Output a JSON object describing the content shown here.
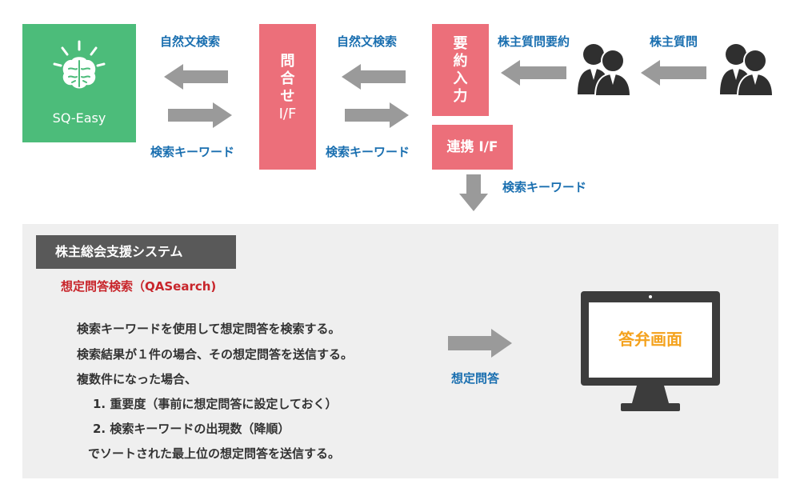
{
  "sq_easy": {
    "label": "SQ-Easy",
    "icon": "brain-icon"
  },
  "flow": {
    "natural_text_search_1": "自然文検索",
    "keyword_label_1": "検索キーワード",
    "natural_text_search_2": "自然文検索",
    "keyword_label_2": "検索キーワード",
    "shareholder_question_summary": "株主質問要約",
    "shareholder_question": "株主質問",
    "keyword_label_down": "検索キーワード"
  },
  "boxes": {
    "inquiry_if": {
      "line1": "問",
      "line2": "合",
      "line3": "せ",
      "line4": "I/F"
    },
    "summary_input": {
      "line1": "要",
      "line2": "約",
      "line3": "入",
      "line4": "力"
    },
    "linkage_if": {
      "label": "連携 I/F"
    }
  },
  "system": {
    "tab_title": "株主総会支援システム",
    "module_title": "想定問答検索（QASearch)",
    "description": [
      "検索キーワードを使用して想定問答を検索する。",
      "検索結果が１件の場合、その想定問答を送信する。",
      "複数件になった場合、",
      "1.  重要度（事前に想定問答に設定しておく）",
      "2.  検索キーワードの出現数（降順）",
      "でソートされた最上位の想定問答を送信する。"
    ],
    "arrow_label": "想定問答",
    "monitor_screen_label": "答弁画面"
  },
  "colors": {
    "green": "#4cbc7a",
    "pink": "#ec6f7a",
    "blue_text": "#1a6fb0",
    "red_text": "#c8252b",
    "orange_text": "#f4a21d",
    "arrow_gray": "#9a9a9a",
    "panel_gray": "#efefef",
    "tab_gray": "#595959",
    "monitor": "#3c3c3c"
  }
}
